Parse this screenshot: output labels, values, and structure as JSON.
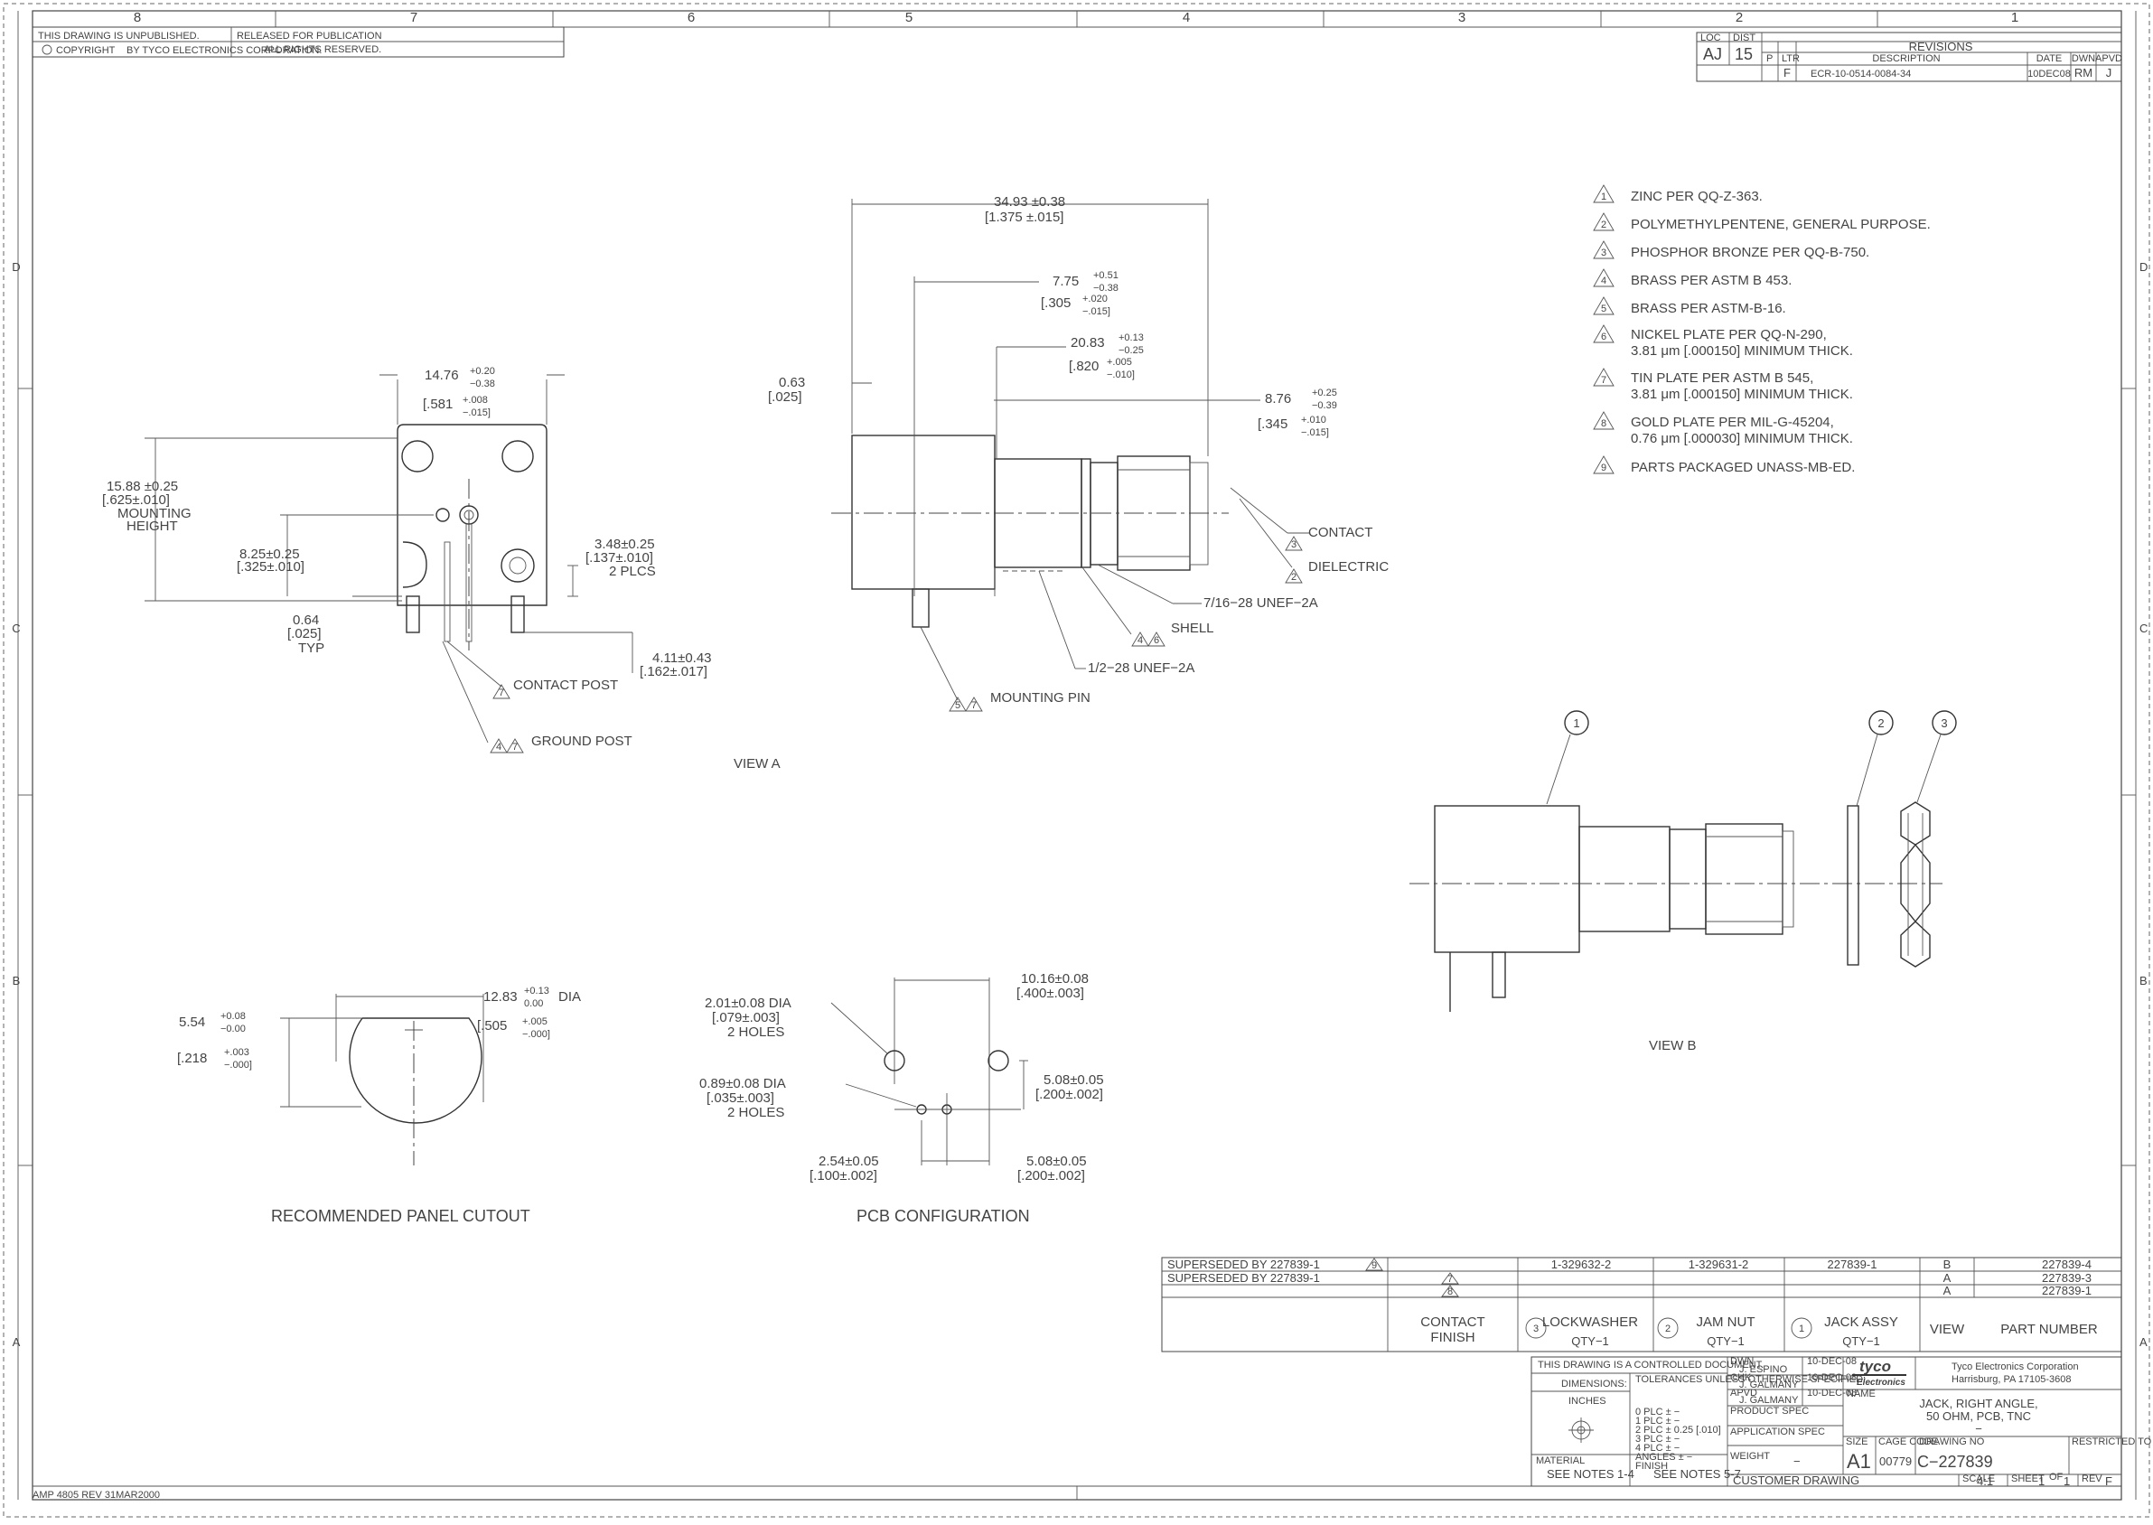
{
  "zones": {
    "top": [
      "8",
      "7",
      "6",
      "5",
      "4",
      "3",
      "2",
      "1"
    ],
    "side": [
      "D",
      "C",
      "B",
      "A"
    ]
  },
  "header": {
    "unpublished": "THIS DRAWING IS UNPUBLISHED.",
    "released": "RELEASED FOR PUBLICATION",
    "copyright": "COPYRIGHT",
    "corp": "BY TYCO ELECTRONICS CORPORATION.",
    "rights": "ALL RIGHTS RESERVED."
  },
  "revisions": {
    "loc": "LOC",
    "loc_val": "AJ",
    "dist": "DIST",
    "dist_val": "15",
    "title": "REVISIONS",
    "col_p": "P",
    "col_ltr": "LTR",
    "col_desc": "DESCRIPTION",
    "col_date": "DATE",
    "col_dwn": "DWN",
    "col_apvd": "APVD",
    "row": {
      "ltr": "F",
      "desc": "ECR-10-0514-0084-34",
      "date": "10DEC08",
      "dwn": "RM",
      "apvd": "J"
    }
  },
  "notes": [
    {
      "num": "1",
      "text": "ZINC PER QQ-Z-363."
    },
    {
      "num": "2",
      "text": "POLYMETHYLPENTENE, GENERAL PURPOSE."
    },
    {
      "num": "3",
      "text": "PHOSPHOR BRONZE PER QQ-B-750."
    },
    {
      "num": "4",
      "text": "BRASS PER ASTM B 453."
    },
    {
      "num": "5",
      "text": "BRASS PER ASTM-B-16."
    },
    {
      "num": "6",
      "text": "NICKEL PLATE PER QQ-N-290,",
      "text2": "3.81 μm [.000150] MINIMUM THICK."
    },
    {
      "num": "7",
      "text": "TIN PLATE PER ASTM B 545,",
      "text2": "3.81 μm [.000150] MINIMUM THICK."
    },
    {
      "num": "8",
      "text": "GOLD PLATE PER MIL-G-45204,",
      "text2": "0.76 μm [.000030] MINIMUM THICK."
    },
    {
      "num": "9",
      "text": "PARTS PACKAGED UNASS-MB-ED."
    }
  ],
  "viewA": {
    "label": "VIEW A",
    "d_width": "14.76",
    "d_width_tol1": "+0.20",
    "d_width_tol2": "−0.38",
    "d_width_in": "[.581",
    "d_width_in_tol1": "+.008",
    "d_width_in_tol2": "−.015]",
    "d_height1": "15.88 ±0.25",
    "d_height2": "[.625±.010]",
    "d_height3": "MOUNTING",
    "d_height4": "HEIGHT",
    "d_825_1": "8.25±0.25",
    "d_825_2": "[.325±.010]",
    "d_348_1": "3.48±0.25",
    "d_348_2": "[.137±.010]",
    "d_348_3": "2 PLCS",
    "d_064_1": "0.64",
    "d_064_2": "[.025]",
    "d_064_3": "TYP",
    "d_411_1": "4.11±0.43",
    "d_411_2": "[.162±.017]",
    "contact_post": "CONTACT POST",
    "ground_post": "GROUND POST",
    "d_3493_1": "34.93 ±0.38",
    "d_3493_2": "[1.375 ±.015]",
    "d_775": "7.75",
    "d_775_t1": "+0.51",
    "d_775_t2": "−0.38",
    "d_305": "[.305",
    "d_305_t1": "+.020",
    "d_305_t2": "−.015]",
    "d_2083": "20.83",
    "d_2083_t1": "+0.13",
    "d_2083_t2": "−0.25",
    "d_820": "[.820",
    "d_820_t1": "+.005",
    "d_820_t2": "−.010]",
    "d_876": "8.76",
    "d_876_t1": "+0.25",
    "d_876_t2": "−0.39",
    "d_345": "[.345",
    "d_345_t1": "+.010",
    "d_345_t2": "−.015]",
    "d_063_1": "0.63",
    "d_063_2": "[.025]",
    "contact": "CONTACT",
    "dielectric": "DIELECTRIC",
    "thread1": "7/16−28 UNEF−2A",
    "shell": "SHELL",
    "thread2": "1/2−28 UNEF−2A",
    "mounting_pin": "MOUNTING PIN"
  },
  "viewB": {
    "label": "VIEW B",
    "balloons": [
      "1",
      "2",
      "3"
    ]
  },
  "panel": {
    "label": "RECOMMENDED PANEL CUTOUT",
    "d_1283": "12.83",
    "d_1283_t1": "+0.13",
    "d_1283_t2": "0.00",
    "dia": "DIA",
    "d_505": "[.505",
    "d_505_t1": "+.005",
    "d_505_t2": "−.000]",
    "d_554": "5.54",
    "d_554_t1": "+0.08",
    "d_554_t2": "−0.00",
    "d_218": "[.218",
    "d_218_t1": "+.003",
    "d_218_t2": "−.000]"
  },
  "pcb": {
    "label": "PCB CONFIGURATION",
    "h1_1": "2.01±0.08 DIA",
    "h1_2": "[.079±.003]",
    "h1_3": "2 HOLES",
    "h2_1": "0.89±0.08 DIA",
    "h2_2": "[.035±.003]",
    "h2_3": "2 HOLES",
    "d_1016_1": "10.16±0.08",
    "d_1016_2": "[.400±.003]",
    "d_508a_1": "5.08±0.05",
    "d_508a_2": "[.200±.002]",
    "d_254_1": "2.54±0.05",
    "d_254_2": "[.100±.002]",
    "d_508b_1": "5.08±0.05",
    "d_508b_2": "[.200±.002]"
  },
  "bom": {
    "rows": [
      {
        "super": "SUPERSEDED BY 227839-1",
        "c1": "1-329632-2",
        "c2": "1-329631-2",
        "c3": "227839-1",
        "view": "B",
        "pn": "227839-4"
      },
      {
        "super": "SUPERSEDED BY 227839-1",
        "c1": "",
        "c2": "",
        "c3": "",
        "view": "A",
        "pn": "227839-3"
      },
      {
        "super": "",
        "c1": "",
        "c2": "",
        "c3": "",
        "view": "A",
        "pn": "227839-1"
      }
    ],
    "hdr_contact": "CONTACT",
    "hdr_finish": "FINISH",
    "hdr_lock": "LOCKWASHER",
    "hdr_lock_qty": "QTY−1",
    "hdr_jam": "JAM NUT",
    "hdr_jam_qty": "QTY−1",
    "hdr_jack": "JACK ASSY",
    "hdr_jack_qty": "QTY−1",
    "hdr_view": "VIEW",
    "hdr_pn": "PART NUMBER",
    "b3": "3",
    "b2": "2",
    "b1": "1"
  },
  "titleblock": {
    "controlled": "THIS DRAWING IS A CONTROLLED DOCUMENT.",
    "dimensions": "DIMENSIONS:",
    "inches": "INCHES",
    "tolerances": "TOLERANCES UNLESS OTHERWISE SPECIFIED:",
    "tol_lines": [
      "0 PLC   ±  −",
      "1 PLC   ±  −",
      "2 PLC   ±  0.25 [.010]",
      "3 PLC   ±  −",
      "4 PLC   ±  −",
      "ANGLES  ±  −",
      "FINISH"
    ],
    "material": "MATERIAL",
    "mat_note": "SEE NOTES 1-4",
    "fin_note": "SEE NOTES 5-7",
    "dwn": "DWN",
    "dwn_name": "J. ESPINO",
    "dwn_date": "10-DEC-08",
    "chk": "CHK",
    "chk_name": "J. GALMANY",
    "chk_date": "10-DEC-08",
    "apvd": "APVD",
    "apvd_name": "J. GALMANY",
    "apvd_date": "10-DEC-08",
    "product_spec": "PRODUCT SPEC",
    "app_spec": "APPLICATION SPEC",
    "weight": "WEIGHT",
    "weight_val": "−",
    "brand1": "tyco",
    "brand2": "Electronics",
    "company": "Tyco Electronics Corporation",
    "city": "Harrisburg, PA 17105-3608",
    "name_lbl": "NAME",
    "name1": "JACK, RIGHT ANGLE,",
    "name2": "50 OHM, PCB, TNC",
    "name3": "−",
    "size_lbl": "SIZE",
    "cage_lbl": "CAGE CODE",
    "dwg_lbl": "DRAWING NO",
    "rest_lbl": "RESTRICTED TO",
    "size": "A1",
    "cage": "00779",
    "dwg": "C−227839",
    "customer": "CUSTOMER DRAWING",
    "scale_lbl": "SCALE",
    "scale": "4:1",
    "sheet_lbl": "SHEET",
    "sheet": "1",
    "of": "OF",
    "sheets": "1",
    "rev_lbl": "REV",
    "rev": "F"
  },
  "footer": "AMP 4805 REV 31MAR2000"
}
